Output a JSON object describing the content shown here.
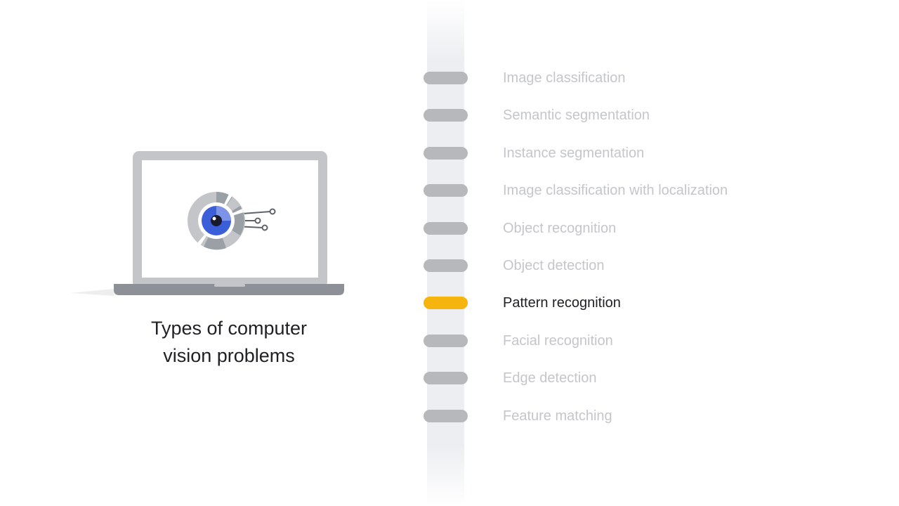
{
  "title": {
    "line1": "Types of computer",
    "line2": "vision problems"
  },
  "problems": [
    {
      "label": "Image classification",
      "active": false
    },
    {
      "label": "Semantic segmentation",
      "active": false
    },
    {
      "label": "Instance segmentation",
      "active": false
    },
    {
      "label": "Image classification with localization",
      "active": false
    },
    {
      "label": "Object recognition",
      "active": false
    },
    {
      "label": "Object detection",
      "active": false
    },
    {
      "label": "Pattern recognition",
      "active": true
    },
    {
      "label": "Facial recognition",
      "active": false
    },
    {
      "label": "Edge detection",
      "active": false
    },
    {
      "label": "Feature matching",
      "active": false
    }
  ],
  "colors": {
    "active_marker": "#f6b40f",
    "inactive_marker": "#b6b8bc",
    "eye_iris": "#3b5fd9"
  },
  "icons": {
    "illustration": "laptop-with-vision-eye-icon"
  }
}
